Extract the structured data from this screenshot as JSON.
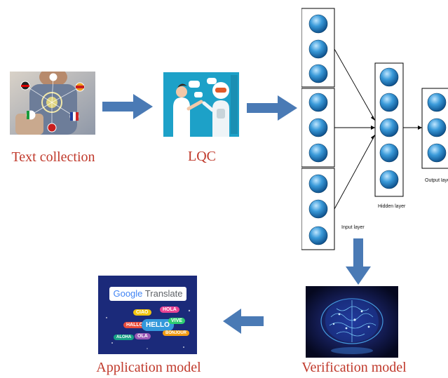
{
  "stages": {
    "text_collection": {
      "caption": "Text collection"
    },
    "lqc": {
      "caption": "LQC"
    },
    "verification": {
      "caption": "Verification model"
    },
    "application": {
      "caption": "Application model"
    }
  },
  "network": {
    "input_label": "Input layer",
    "hidden_label": "Hidden layer",
    "output_label": "Output layer"
  },
  "translate_panel": {
    "brand": "Google",
    "product": "Translate",
    "bubbles": [
      "CIAO",
      "HOLA",
      "HALLO",
      "HELLO",
      "VIVE",
      "BONJOUR",
      "OLA",
      "ALOHA"
    ]
  },
  "colors": {
    "caption": "#c0392b",
    "arrow": "#4a7ab5",
    "node": "#2e86c1",
    "photo_bg": "#1da1c8",
    "translate_bg": "#1b2a7a",
    "brain_bg": "#070a2a"
  }
}
